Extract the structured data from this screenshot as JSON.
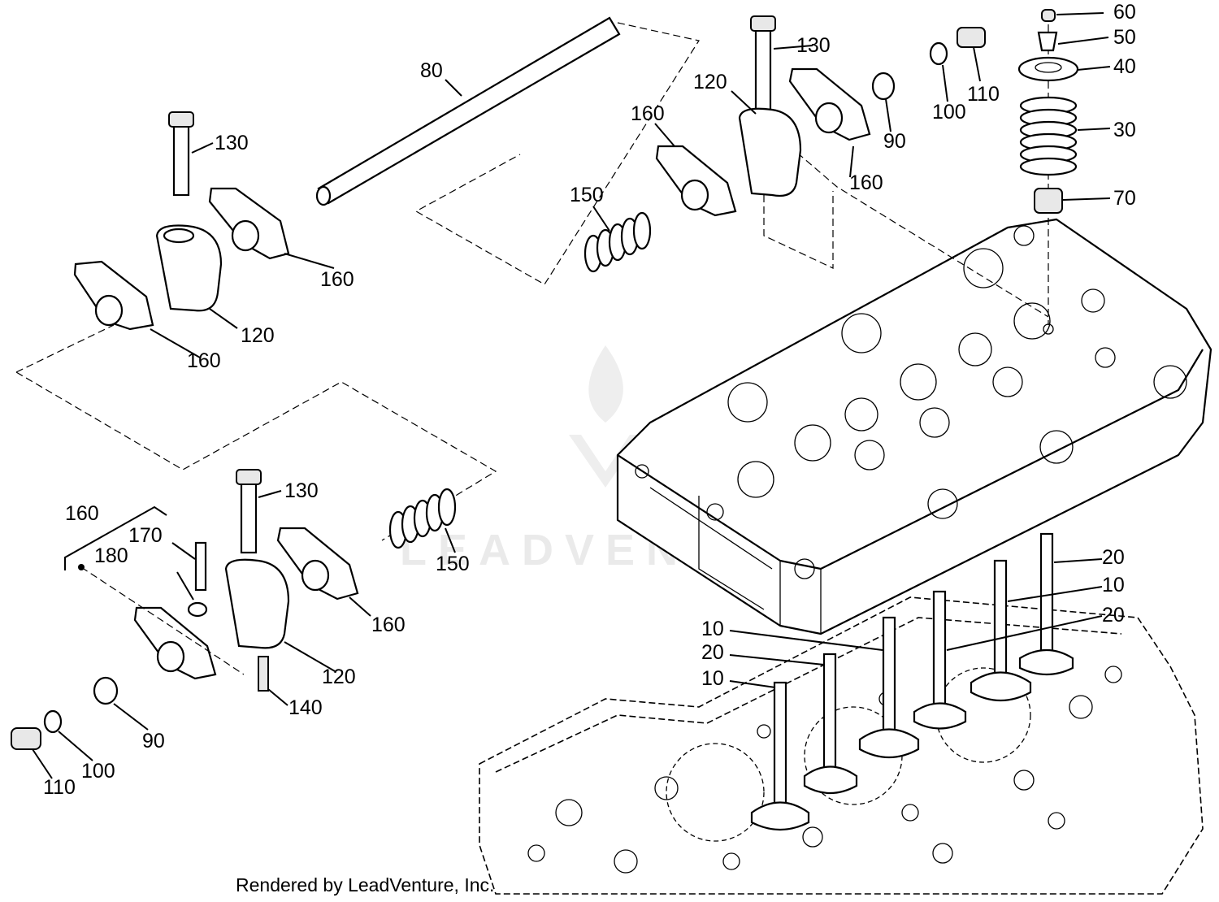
{
  "callouts": {
    "c80": "80",
    "c130a": "130",
    "c160a": "160",
    "c120a": "120",
    "c160b": "160",
    "c130b": "130",
    "c120b": "120",
    "c160c": "160",
    "c150a": "150",
    "c160d": "160",
    "c90a": "90",
    "c100a": "100",
    "c110a": "110",
    "c60": "60",
    "c50": "50",
    "c40": "40",
    "c30": "30",
    "c70": "70",
    "c160e": "160",
    "c170": "170",
    "c180": "180",
    "c130c": "130",
    "c150b": "150",
    "c160f": "160",
    "c120c": "120",
    "c140": "140",
    "c90b": "90",
    "c100b": "100",
    "c110b": "110",
    "c20a": "20",
    "c10a": "10",
    "c20b": "20",
    "c10b": "10",
    "c20c": "20",
    "c10c": "10"
  },
  "watermark": "LEADVENTURE",
  "credit": "Rendered by LeadVenture, Inc."
}
